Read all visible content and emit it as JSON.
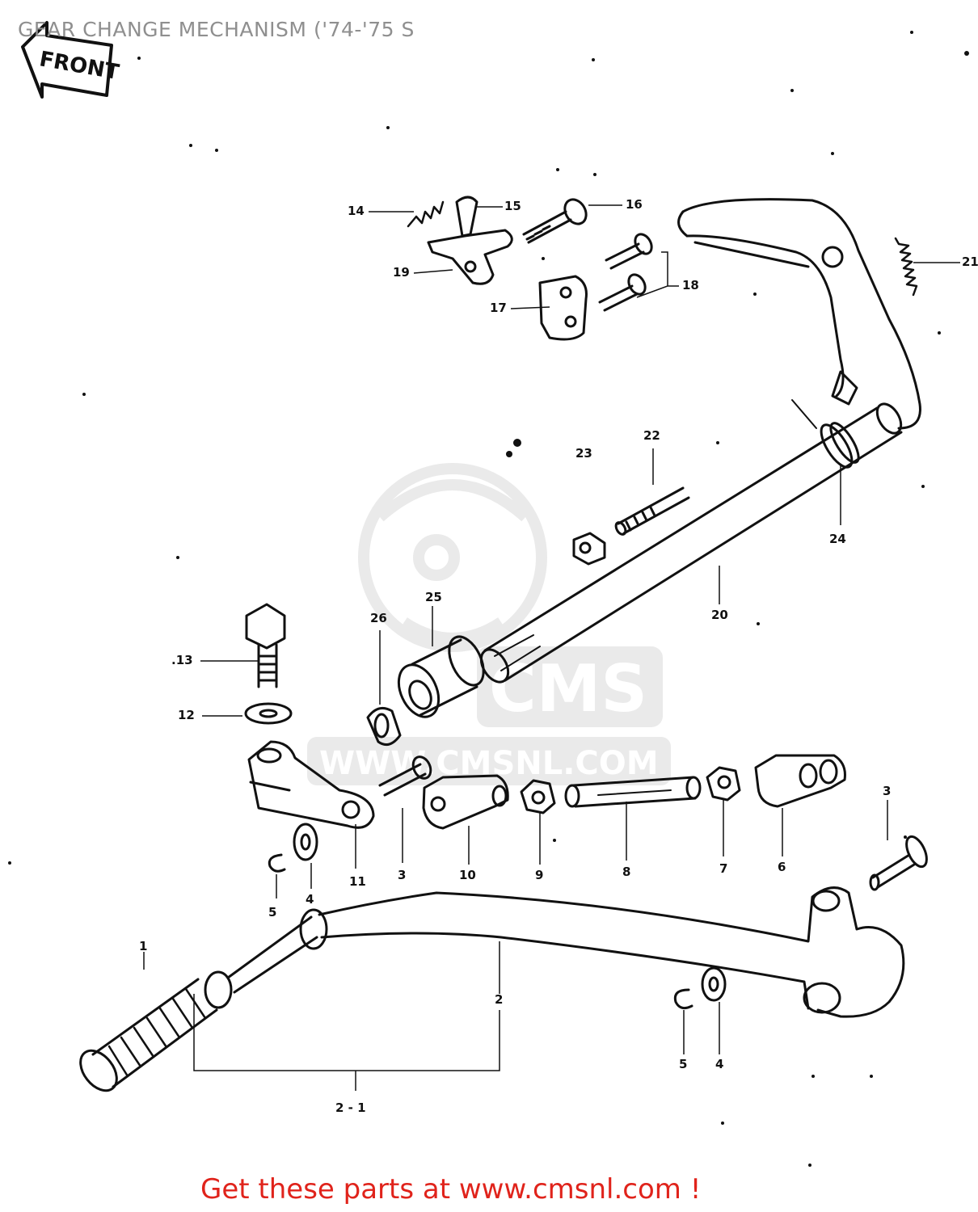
{
  "diagram": {
    "title": "GEAR CHANGE MECHANISM ('74-'75 S",
    "front_arrow_label": "FRONT",
    "watermark": {
      "logo_text": "CMS",
      "url_text": "WWW.CMSNL.COM"
    },
    "callouts": {
      "c1": "1",
      "c2": "2",
      "c2_1": "2 - 1",
      "c3a": "3",
      "c3b": "3",
      "c4a": "4",
      "c4b": "4",
      "c5a": "5",
      "c5b": "5",
      "c6": "6",
      "c7": "7",
      "c8": "8",
      "c9": "9",
      "c10": "10",
      "c11": "11",
      "c12": "12",
      "c13": ".13",
      "c14": "14",
      "c15": "15",
      "c16": "16",
      "c17": "17",
      "c18": "18",
      "c19": "19",
      "c20": "20",
      "c21": "21",
      "c22": "22",
      "c23": "23",
      "c24": "24",
      "c25": "25",
      "c26": "26"
    },
    "footer": "Get these parts at www.cmsnl.com !",
    "colors": {
      "line": "#111111",
      "title": "#8f8f8f",
      "footer": "#e0231b",
      "watermark": "#d9d9d9"
    }
  }
}
